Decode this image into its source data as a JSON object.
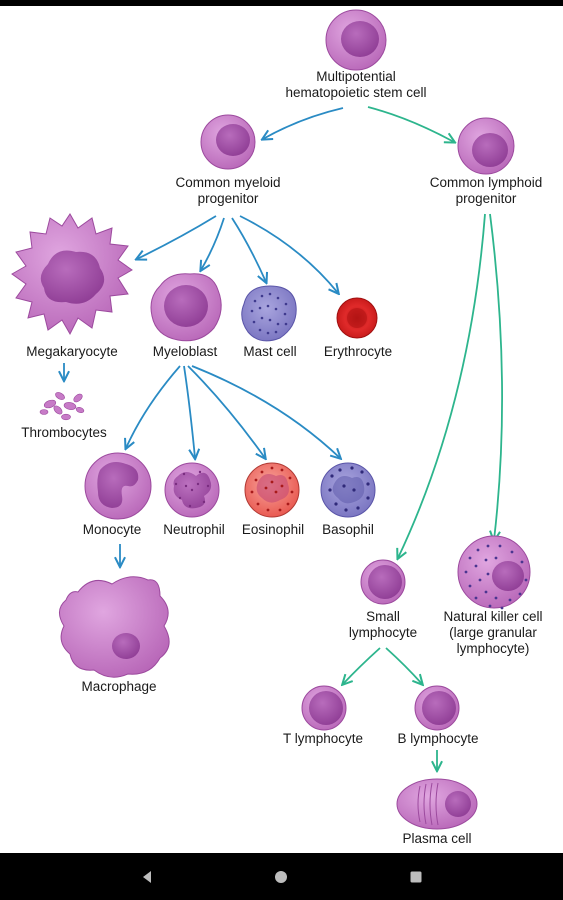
{
  "labels": {
    "stem": [
      "Multipotential",
      "hematopoietic stem cell"
    ],
    "myeloid": [
      "Common myeloid",
      "progenitor"
    ],
    "lymphoid": [
      "Common lymphoid",
      "progenitor"
    ],
    "megakaryocyte": "Megakaryocyte",
    "myeloblast": "Myeloblast",
    "mast": "Mast cell",
    "erythrocyte": "Erythrocyte",
    "thrombocytes": "Thrombocytes",
    "monocyte": "Monocyte",
    "neutrophil": "Neutrophil",
    "eosinophil": "Eosinophil",
    "basophil": "Basophil",
    "macrophage": "Macrophage",
    "small_lymphocyte": [
      "Small",
      "lymphocyte"
    ],
    "nk": [
      "Natural killer cell",
      "(large granular",
      "lymphocyte)"
    ],
    "t_lymphocyte": "T lymphocyte",
    "b_lymphocyte": "B lymphocyte",
    "plasma": "Plasma cell"
  },
  "colors": {
    "myeloid_arrow": "#2a8bc4",
    "lymphoid_arrow": "#2db58d",
    "cell_purple": "#c77bc7",
    "nucleus_purple": "#a44ea8",
    "erythrocyte_red": "#d82020",
    "eosinophil_red": "#e8554c",
    "granule_blue": "#5a55a8"
  },
  "nav": {
    "back": "back-icon",
    "home": "home-icon",
    "recents": "recents-icon"
  }
}
